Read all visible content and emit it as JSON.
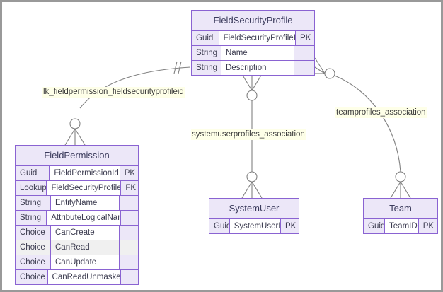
{
  "diagram": {
    "type": "entity-relationship-diagram",
    "canvas": {
      "background": "#ffffff",
      "border_color": "#999999"
    },
    "palette": {
      "entity_border": "#8a63d2",
      "entity_header_bg": "#ece7f8",
      "entity_body_bg": "#ffffff",
      "row_highlight_bg": "#f0f0f0",
      "label_bg": "#feffe8",
      "connector_line": "#808080",
      "text": "#3b3b4f"
    },
    "entities": [
      {
        "id": "fieldsecurityprofile",
        "title": "FieldSecurityProfile",
        "attributes": [
          {
            "type": "Guid",
            "name": "FieldSecurityProfileId",
            "key": "PK",
            "highlight": false
          },
          {
            "type": "String",
            "name": "Name",
            "key": "",
            "highlight": false
          },
          {
            "type": "String",
            "name": "Description",
            "key": "",
            "highlight": false
          }
        ]
      },
      {
        "id": "fieldpermission",
        "title": "FieldPermission",
        "attributes": [
          {
            "type": "Guid",
            "name": "FieldPermissionId",
            "key": "PK",
            "highlight": false
          },
          {
            "type": "Lookup",
            "name": "FieldSecurityProfileId",
            "key": "FK",
            "highlight": false
          },
          {
            "type": "String",
            "name": "EntityName",
            "key": "",
            "highlight": false
          },
          {
            "type": "String",
            "name": "AttributeLogicalName",
            "key": "",
            "highlight": false
          },
          {
            "type": "Choice",
            "name": "CanCreate",
            "key": "",
            "highlight": false
          },
          {
            "type": "Choice",
            "name": "CanRead",
            "key": "",
            "highlight": true
          },
          {
            "type": "Choice",
            "name": "CanUpdate",
            "key": "",
            "highlight": false
          },
          {
            "type": "Choice",
            "name": "CanReadUnmasked",
            "key": "",
            "highlight": false
          }
        ]
      },
      {
        "id": "systemuser",
        "title": "SystemUser",
        "attributes": [
          {
            "type": "Guid",
            "name": "SystemUserId",
            "key": "PK",
            "highlight": false
          }
        ]
      },
      {
        "id": "team",
        "title": "Team",
        "attributes": [
          {
            "type": "Guid",
            "name": "TeamID",
            "key": "PK",
            "highlight": false
          }
        ]
      }
    ],
    "relationships": [
      {
        "id": "lk-fieldpermission-fieldsecurityprofileid",
        "label": "lk_fieldpermission_fieldsecurityprofileid",
        "from": "FieldSecurityProfile",
        "to": "FieldPermission",
        "from_cardinality": "one-and-only-one",
        "to_cardinality": "zero-or-many"
      },
      {
        "id": "systemuserprofiles-association",
        "label": "systemuserprofiles_association",
        "from": "FieldSecurityProfile",
        "to": "SystemUser",
        "from_cardinality": "zero-or-many",
        "to_cardinality": "zero-or-many"
      },
      {
        "id": "teamprofiles-association",
        "label": "teamprofiles_association",
        "from": "FieldSecurityProfile",
        "to": "Team",
        "from_cardinality": "zero-or-many",
        "to_cardinality": "zero-or-many"
      }
    ]
  }
}
